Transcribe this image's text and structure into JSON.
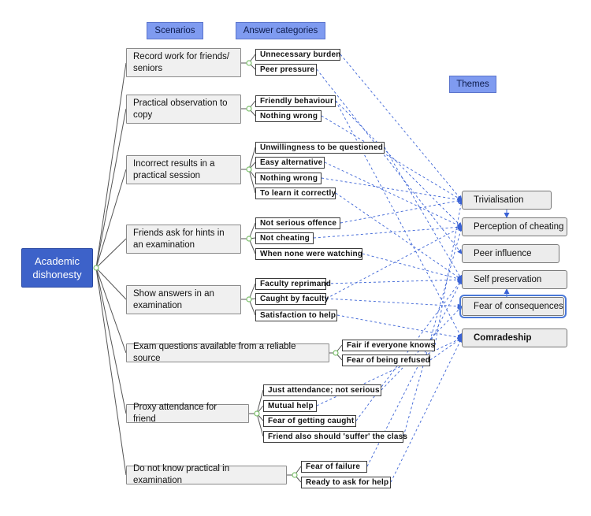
{
  "headers": {
    "scenarios": "Scenarios",
    "answers": "Answer categories",
    "themes": "Themes"
  },
  "root": {
    "label": "Academic dishonesty"
  },
  "scenarios": [
    {
      "label": "Record work for friends/ seniors",
      "answers": [
        {
          "label": "Unnecessary burden"
        },
        {
          "label": "Peer pressure"
        }
      ]
    },
    {
      "label": "Practical observation to copy",
      "answers": [
        {
          "label": "Friendly behaviour"
        },
        {
          "label": "Nothing wrong"
        }
      ]
    },
    {
      "label": "Incorrect results in a practical session",
      "answers": [
        {
          "label": "Unwillingness to be questioned"
        },
        {
          "label": "Easy alternative"
        },
        {
          "label": "Nothing wrong"
        },
        {
          "label": "To learn it correctly"
        }
      ]
    },
    {
      "label": "Friends ask for hints in an examination",
      "answers": [
        {
          "label": "Not serious offence"
        },
        {
          "label": "Not cheating"
        },
        {
          "label": "When none were watching"
        }
      ]
    },
    {
      "label": "Show answers in an examination",
      "answers": [
        {
          "label": "Faculty reprimand"
        },
        {
          "label": "Caught by faculty"
        },
        {
          "label": "Satisfaction to help"
        }
      ]
    },
    {
      "label": "Exam questions available from a reliable source",
      "answers": [
        {
          "label": "Fair if everyone knows"
        },
        {
          "label": "Fear of being refused"
        }
      ]
    },
    {
      "label": "Proxy attendance for friend",
      "answers": [
        {
          "label": "Just attendance; not serious"
        },
        {
          "label": "Mutual help"
        },
        {
          "label": "Fear of getting caught"
        },
        {
          "label": "Friend also should 'suffer' the class"
        }
      ]
    },
    {
      "label": "Do not know practical in examination",
      "answers": [
        {
          "label": "Fear of failure"
        },
        {
          "label": "Ready to ask for help"
        }
      ]
    }
  ],
  "themes": [
    {
      "label": "Trivialisation"
    },
    {
      "label": "Perception of cheating"
    },
    {
      "label": "Peer influence"
    },
    {
      "label": "Self preservation"
    },
    {
      "label": "Fear of consequences"
    },
    {
      "label": "Comradeship"
    }
  ],
  "colors": {
    "root": "#3d62c9",
    "header": "#7f9bf0",
    "connector": "#3b63d6",
    "tree_line": "#555555",
    "bullet": "#7cc16b"
  }
}
